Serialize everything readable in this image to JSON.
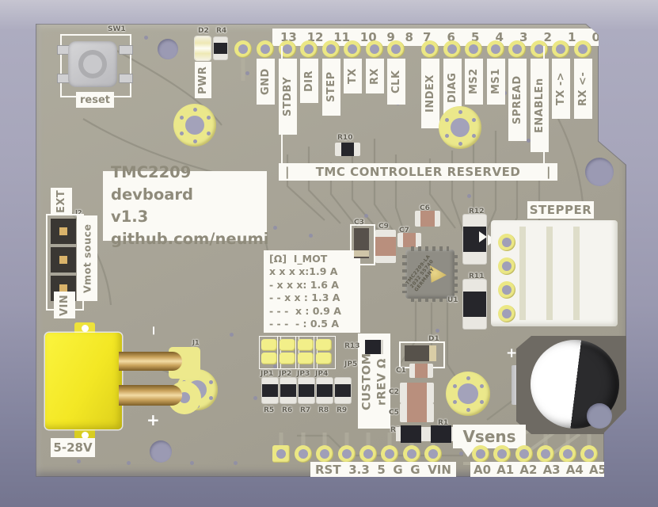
{
  "headers": {
    "digital_a": {
      "numbers": [
        "13",
        "12",
        "11",
        "10",
        "9",
        "8"
      ],
      "labels": [
        "GND",
        "STDBY",
        "DIR",
        "STEP",
        "TX",
        "RX",
        "CLK"
      ]
    },
    "digital_b": {
      "numbers": [
        "7",
        "6",
        "5",
        "4",
        "3",
        "2",
        "1",
        "0"
      ],
      "labels": [
        "INDEX",
        "DIAG",
        "MS2",
        "MS1",
        "SPREAD",
        "ENABLEn",
        "TX ->",
        "RX <-"
      ]
    },
    "power": {
      "labels": [
        "RST",
        "3.3",
        "5",
        "G",
        "G",
        "VIN"
      ]
    },
    "analog": {
      "labels": [
        "A0",
        "A1",
        "A2",
        "A3",
        "A4",
        "A5"
      ]
    }
  },
  "silkscreen": {
    "sw1": "SW1",
    "reset": "reset",
    "d2": "D2",
    "r4": "R4",
    "pwr": "PWR",
    "bracket": "|",
    "reserved": "TMC CONTROLLER RESERVED",
    "r10": "R10",
    "title_lines": [
      "TMC2209 devboard",
      "v1.3",
      "github.com/neumi"
    ],
    "ext": "EXT",
    "j2": "J2",
    "vmot_source": "Vmot souce",
    "vin": "VIN",
    "j1": "J1",
    "minus": "−",
    "plus": "+",
    "voltage_range": "5-28V",
    "imot_header": "[Ω]  I_MOT",
    "imot_rows": [
      "x x x x:1.9 A",
      "- x x x: 1.6 A",
      "- - x x : 1.3 A",
      "- - -  x : 0.9 A",
      "- - -  - : 0.5 A"
    ],
    "stepper": "STEPPER",
    "c3": "C3",
    "c9": "C9",
    "c7": "C7",
    "c6": "C6",
    "r12": "R12",
    "r11": "R11",
    "u1": "U1",
    "chip_lines": [
      "TMC2209-LA",
      "2032 55740",
      "GERMANY"
    ],
    "jp": [
      "JP1",
      "JP2",
      "JP3",
      "JP4"
    ],
    "r_row": [
      "R5",
      "R6",
      "R7",
      "R8",
      "R9"
    ],
    "r13": "R13",
    "jp5": "JP5",
    "custom_lines": [
      "CUSTOM",
      "rREV Ω"
    ],
    "d1": "D1",
    "c1": "C1",
    "c2": "C2",
    "c5": "C5",
    "r2": "R2",
    "r1": "R1",
    "vsens": "Vsens",
    "pot_plus": "+"
  },
  "colors": {
    "board": "#a6a294",
    "silkscreen": "#fbfaf5",
    "silk_text": "#8f8b7b",
    "pad_gold": "#ebe784",
    "hole": "#9b9ab3",
    "jack": "#f2e52c",
    "chip_gold": "#d9c169",
    "background_top": "#c6c5d1",
    "background_bottom": "#74758f"
  }
}
